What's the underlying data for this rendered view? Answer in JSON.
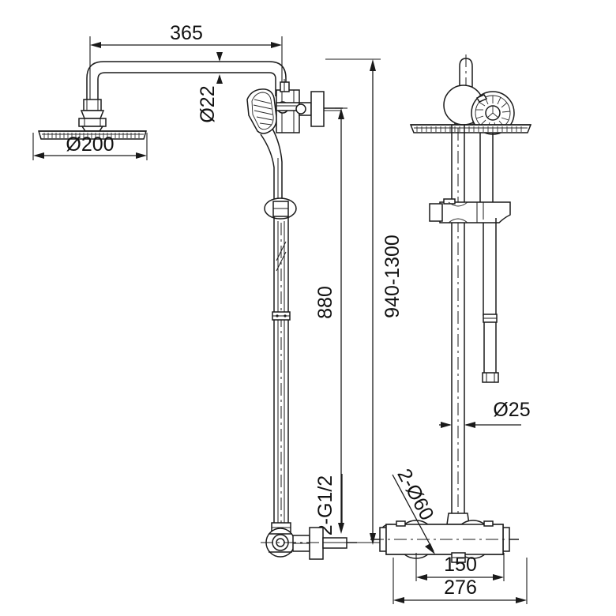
{
  "drawing": {
    "title": "Shower column technical drawing",
    "type": "engineering-dimension-drawing",
    "line_color": "#1a1a1a",
    "background_color": "#ffffff",
    "views": [
      {
        "name": "front-elevation",
        "position": "left"
      },
      {
        "name": "side-elevation",
        "position": "right"
      }
    ]
  },
  "dimensions": {
    "overhead_arm_length": "365",
    "overhead_arm_diameter": "Ø22",
    "head_shower_diameter": "Ø200",
    "riser_height": "880",
    "total_height_range": "940-1300",
    "riser_tube_diameter": "Ø25",
    "inlet_thread": "2-G1/2",
    "wall_fixing_centers": "2-Ø60",
    "bracket_centers": "150",
    "valve_body_width": "276"
  },
  "labels": {
    "d365": "365",
    "d22": "Ø22",
    "d200": "Ø200",
    "d880": "880",
    "d940_1300": "940-1300",
    "d25": "Ø25",
    "g12": "2-G1/2",
    "d60": "2-Ø60",
    "d150": "150",
    "d276": "276"
  },
  "components": {
    "head_shower": "rain-shower-head",
    "shower_arm": "curved-overhead-arm",
    "hand_shower": "handheld-shower",
    "riser_rail": "sliding-riser-rail",
    "slide_bracket": "hand-shower-slide-bracket",
    "hose": "flexible-hose",
    "mixer_valve": "thermostatic-mixer-valve",
    "diverter": "diverter-handle",
    "wall_fixings": "wall-mounting-plates"
  }
}
